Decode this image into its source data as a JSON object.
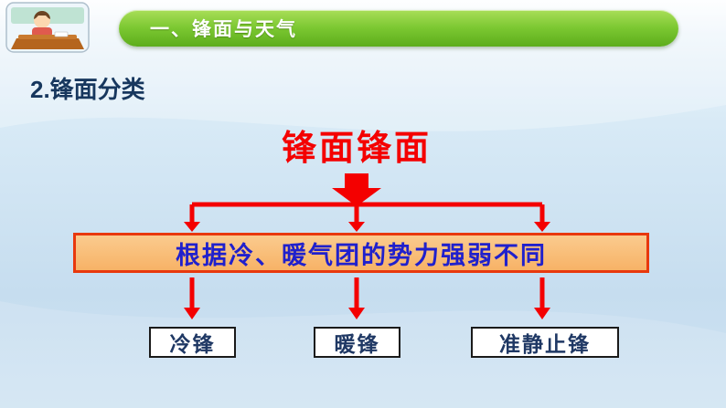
{
  "top_bar": {
    "banner_title": "一、锋面与天气",
    "illustration": "classroom-kid-at-desk"
  },
  "content": {
    "section_title": "2.锋面分类",
    "diagram": {
      "type": "flowchart",
      "title": "锋面锋面",
      "criteria": "根据冷、暖气团的势力强弱不同",
      "branches": [
        "冷锋",
        "暖锋",
        "准静止锋"
      ]
    }
  },
  "colors": {
    "banner_green": "#7cc832",
    "arrow_red": "#f40000",
    "title_red": "#f40000",
    "criteria_box_fill": "#f8bb75",
    "criteria_box_border": "#e8380d",
    "criteria_text_blue": "#2020cc",
    "section_title_navy": "#17375e",
    "leaf_text_navy": "#1f3864",
    "background_blue": "#cfe3f2"
  }
}
